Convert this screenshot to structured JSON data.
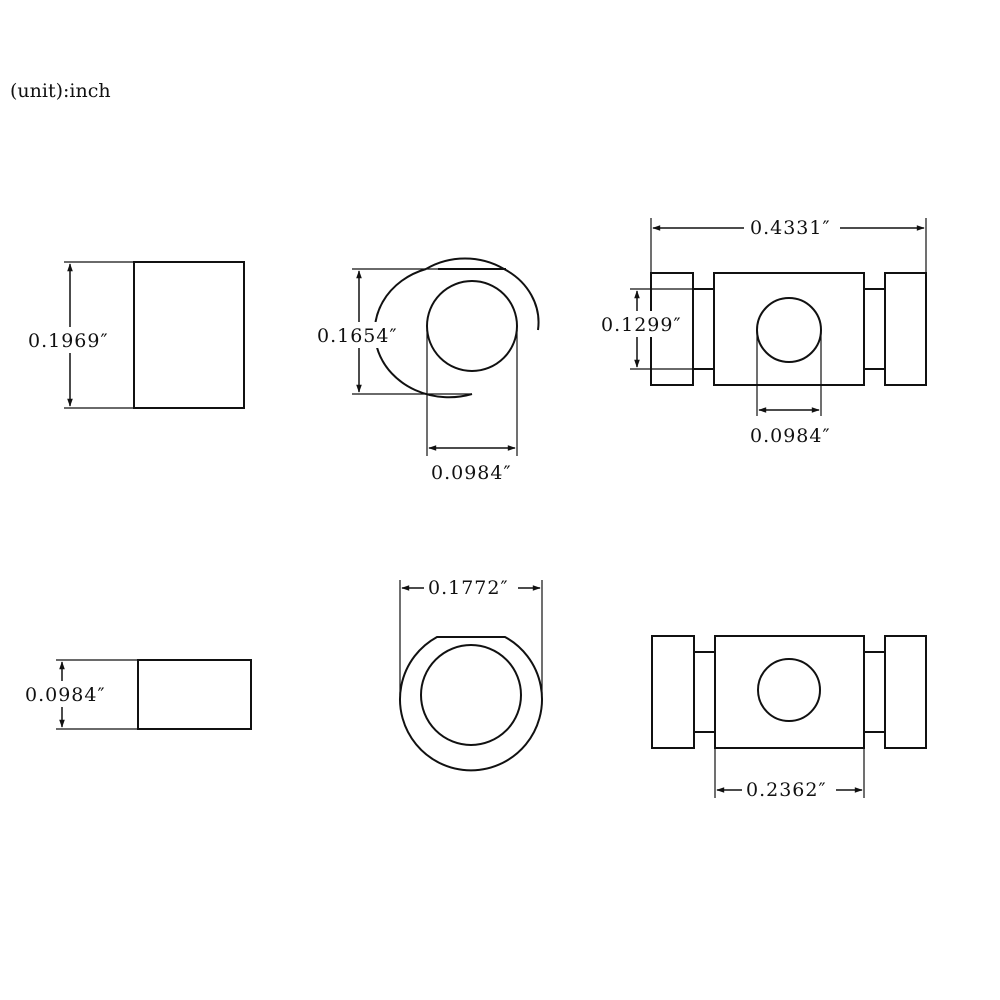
{
  "unit_label": "(unit):inch",
  "dimensions": {
    "top_left_height": "0.1969″",
    "top_mid_height": "0.1654″",
    "top_mid_hole": "0.0984″",
    "top_right_length": "0.4331″",
    "top_right_height": "0.1299″",
    "top_right_hole": "0.0984″",
    "bottom_left_height": "0.0984″",
    "bottom_mid_width": "0.1772″",
    "bottom_right_body": "0.2362″"
  }
}
